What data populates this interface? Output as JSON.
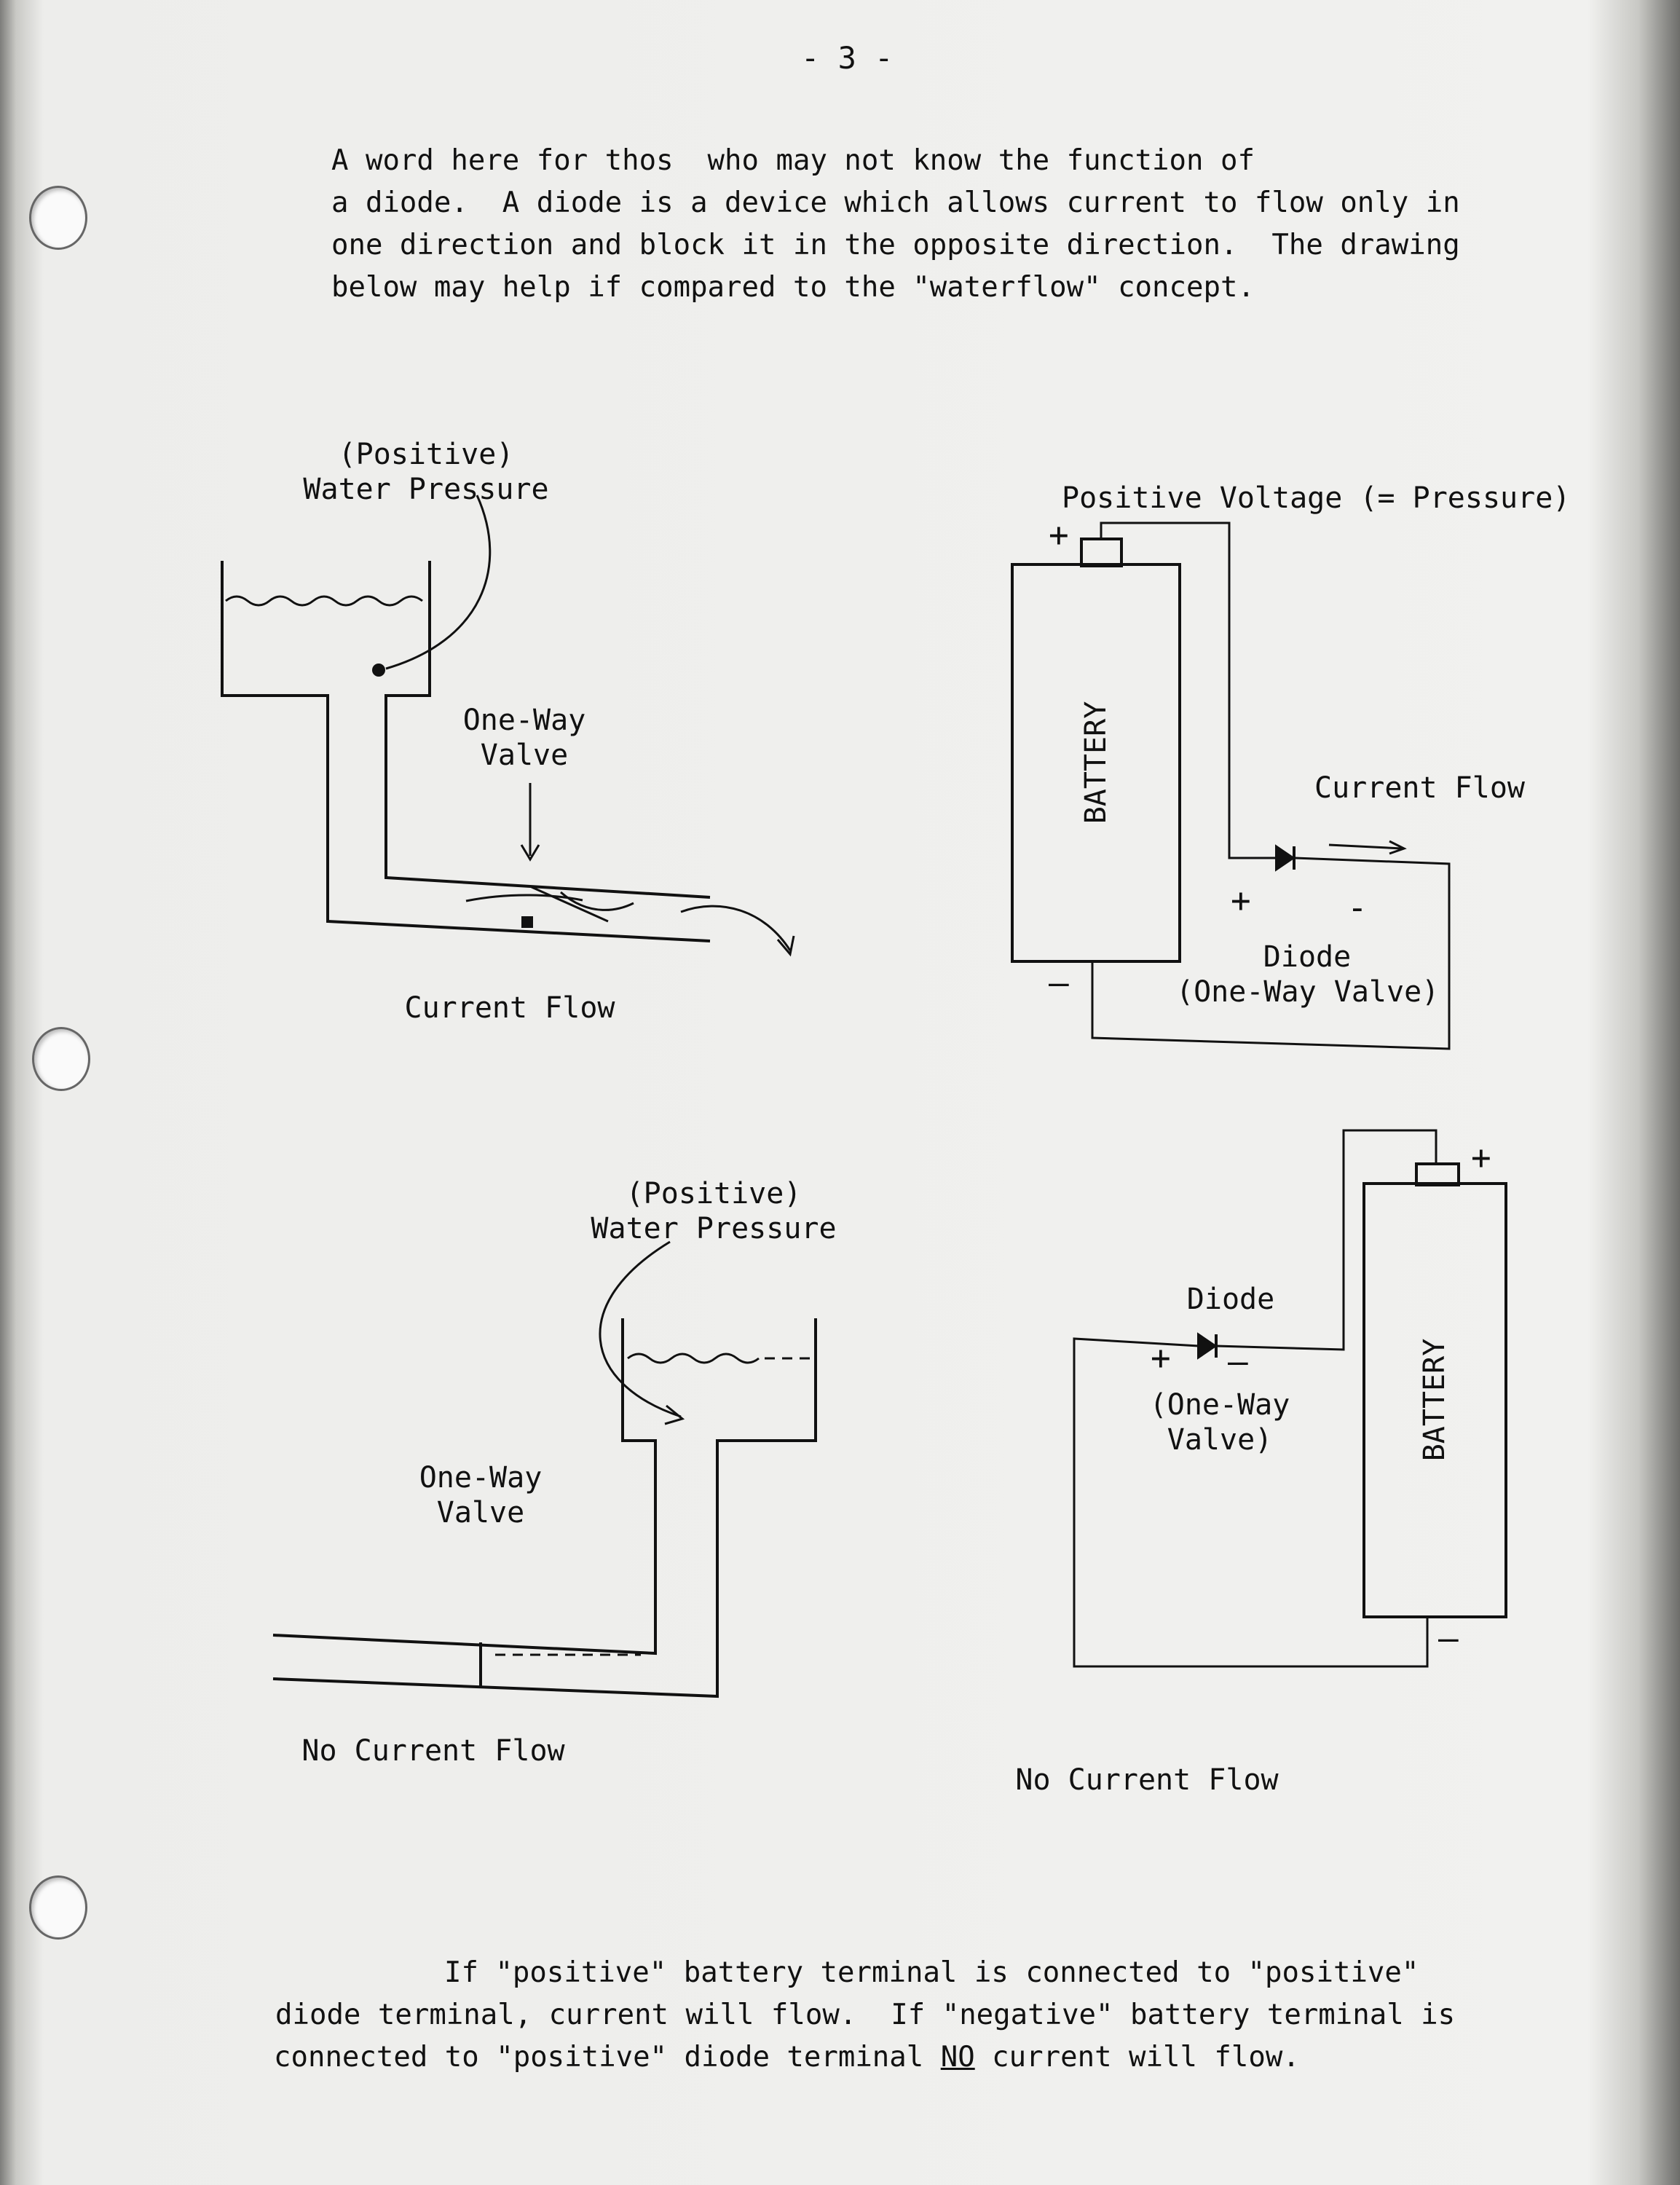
{
  "page_number": "- 3 -",
  "intro_lines": [
    "A word here for thos  who may not know the function of",
    "a diode.  A diode is a device which allows current to flow only in",
    "one direction and block it in the opposite direction.  The drawing",
    "below may help if compared to the \"waterflow\" concept."
  ],
  "top_left": {
    "pressure_label": "(Positive)\nWater Pressure",
    "valve_label": "One-Way\nValve",
    "caption": "Current Flow"
  },
  "top_right": {
    "voltage_label": "Positive Voltage (= Pressure)",
    "battery_label": "BATTERY",
    "plus": "+",
    "minus": "—",
    "flow_label": "Current Flow",
    "diode_plus": "+",
    "diode_minus": "-",
    "diode_label": "Diode\n(One-Way Valve)"
  },
  "bottom_left": {
    "pressure_label": "(Positive)\nWater Pressure",
    "valve_label": "One-Way\nValve",
    "caption": "No Current Flow"
  },
  "bottom_right": {
    "diode_label": "Diode",
    "diode_plus": "+",
    "diode_minus": "—",
    "valve_label": "(One-Way\nValve)",
    "battery_label": "BATTERY",
    "plus": "+",
    "minus": "—",
    "caption": "No Current Flow"
  },
  "footer": {
    "line1": "If \"positive\" battery terminal is connected to \"positive\"",
    "line2": "diode terminal, current will flow.  If \"negative\" battery terminal is",
    "line3_before": "connected to \"positive\" diode terminal ",
    "line3_emph": "NO",
    "line3_after": " current will flow."
  }
}
